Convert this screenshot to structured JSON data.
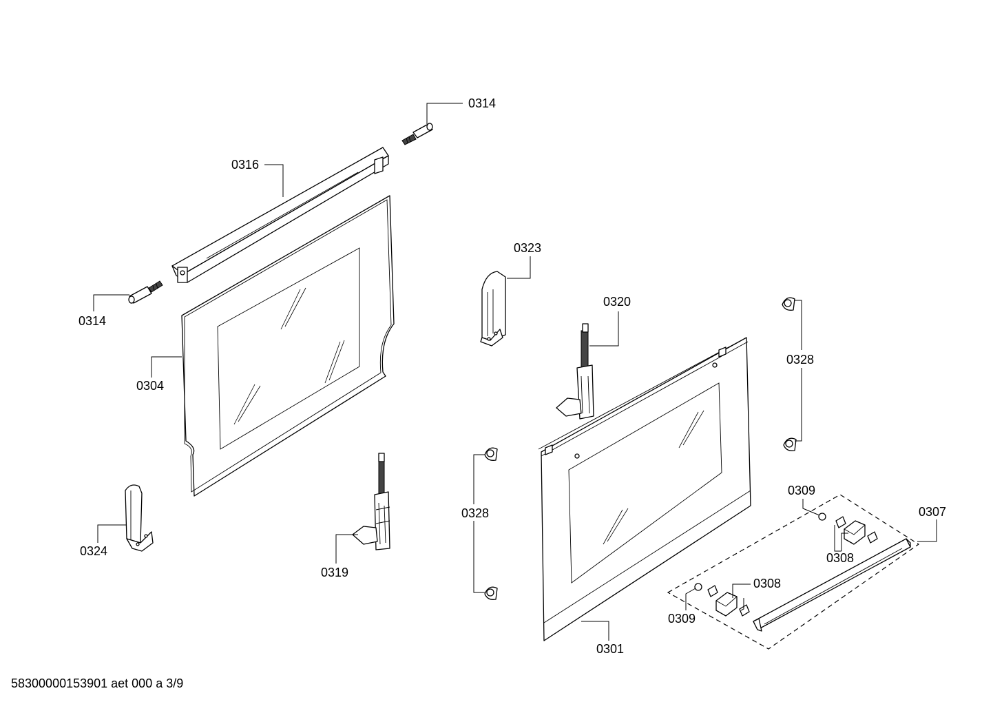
{
  "labels": {
    "l0314_top": "0314",
    "l0316": "0316",
    "l0314_left": "0314",
    "l0304": "0304",
    "l0324": "0324",
    "l0319": "0319",
    "l0323": "0323",
    "l0320": "0320",
    "l0328_left": "0328",
    "l0328_right": "0328",
    "l0301": "0301",
    "l0309_top": "0309",
    "l0307": "0307",
    "l0308_right": "0308",
    "l0308_left": "0308",
    "l0309_bottom": "0309"
  },
  "footer": {
    "drawing_code": "58300000153901 aet 000 a 3/9"
  }
}
